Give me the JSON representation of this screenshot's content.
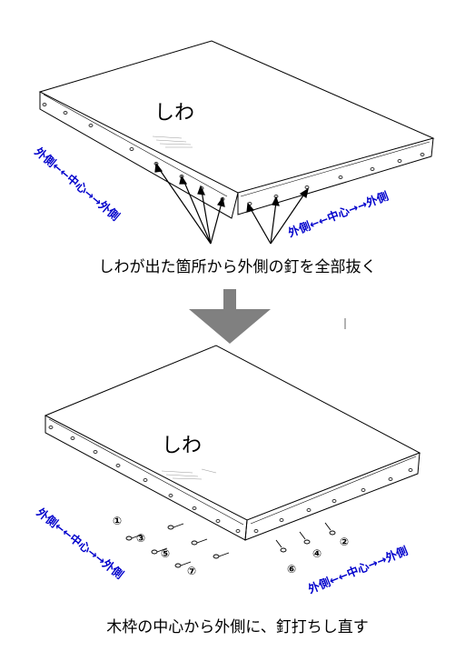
{
  "panel_top": {
    "wrinkle_label": "しわ",
    "direction_label_left": "外側←←中心→→外側",
    "direction_label_right": "外側←←中心→→外側",
    "caption": "しわが出た箇所から外側の釘を全部抜く"
  },
  "panel_bottom": {
    "wrinkle_label": "しわ",
    "direction_label_left": "外側←←中心→→外側",
    "direction_label_right": "外側←←中心→→外側",
    "caption": "木枠の中心から外側に、釘打ちし直す",
    "order_numbers_left": [
      "①",
      "③",
      "⑤",
      "⑦"
    ],
    "order_numbers_right": [
      "②",
      "④",
      "⑥"
    ]
  },
  "colors": {
    "label_blue": "#0000cc",
    "arrow_gray": "#808080",
    "line": "#000000"
  }
}
